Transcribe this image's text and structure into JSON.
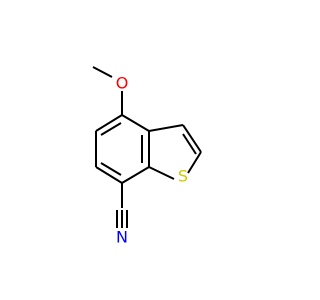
{
  "molecule": {
    "atoms": {
      "oxygen": {
        "symbol": "O",
        "color": "#ff0000"
      },
      "sulfur": {
        "symbol": "S",
        "color": "#cccc00"
      },
      "nitrogen": {
        "symbol": "N",
        "color": "#0000ff"
      }
    },
    "bond_color": "#000000",
    "background": "#ffffff"
  }
}
